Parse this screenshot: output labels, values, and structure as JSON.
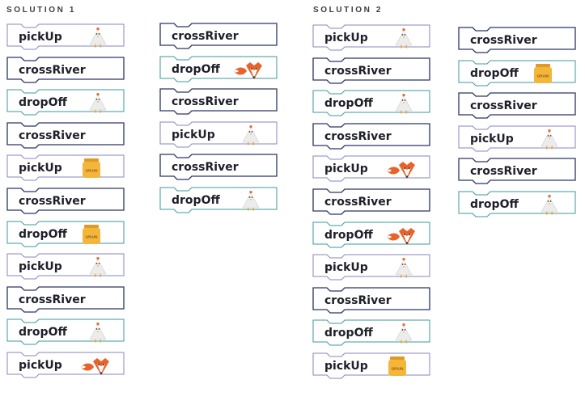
{
  "solutions": [
    {
      "title": "SOLUTION 1",
      "columns": [
        [
          {
            "action": "pickUp",
            "item": "chicken"
          },
          {
            "action": "crossRiver",
            "item": null
          },
          {
            "action": "dropOff",
            "item": "chicken"
          },
          {
            "action": "crossRiver",
            "item": null
          },
          {
            "action": "pickUp",
            "item": "grain"
          },
          {
            "action": "crossRiver",
            "item": null
          },
          {
            "action": "dropOff",
            "item": "grain"
          },
          {
            "action": "pickUp",
            "item": "chicken"
          },
          {
            "action": "crossRiver",
            "item": null
          },
          {
            "action": "dropOff",
            "item": "chicken"
          },
          {
            "action": "pickUp",
            "item": "fox"
          }
        ],
        [
          {
            "action": "crossRiver",
            "item": null
          },
          {
            "action": "dropOff",
            "item": "fox"
          },
          {
            "action": "crossRiver",
            "item": null
          },
          {
            "action": "pickUp",
            "item": "chicken"
          },
          {
            "action": "crossRiver",
            "item": null
          },
          {
            "action": "dropOff",
            "item": "chicken"
          }
        ]
      ]
    },
    {
      "title": "SOLUTION 2",
      "columns": [
        [
          {
            "action": "pickUp",
            "item": "chicken"
          },
          {
            "action": "crossRiver",
            "item": null
          },
          {
            "action": "dropOff",
            "item": "chicken"
          },
          {
            "action": "crossRiver",
            "item": null
          },
          {
            "action": "pickUp",
            "item": "fox"
          },
          {
            "action": "crossRiver",
            "item": null
          },
          {
            "action": "dropOff",
            "item": "fox"
          },
          {
            "action": "pickUp",
            "item": "chicken"
          },
          {
            "action": "crossRiver",
            "item": null
          },
          {
            "action": "dropOff",
            "item": "chicken"
          },
          {
            "action": "pickUp",
            "item": "grain"
          }
        ],
        [
          {
            "action": "crossRiver",
            "item": null
          },
          {
            "action": "dropOff",
            "item": "grain"
          },
          {
            "action": "crossRiver",
            "item": null
          },
          {
            "action": "pickUp",
            "item": "chicken"
          },
          {
            "action": "crossRiver",
            "item": null
          },
          {
            "action": "dropOff",
            "item": "chicken"
          }
        ]
      ]
    }
  ],
  "grain_label": "GRAIN",
  "colors": {
    "pickUp": "#8a86bd",
    "crossRiver": "#2a3565",
    "dropOff": "#3c9a9a",
    "fox": "#e8622a",
    "grain": "#f3b63a"
  }
}
